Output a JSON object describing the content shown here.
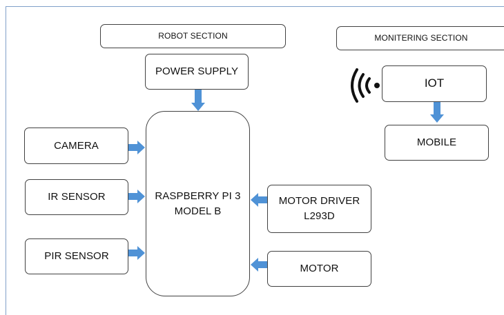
{
  "diagram": {
    "sections": {
      "robot": "ROBOT SECTION",
      "monitoring": "MONITERING SECTION"
    },
    "blocks": {
      "power_supply": "POWER SUPPLY",
      "camera": "CAMERA",
      "ir_sensor": "IR SENSOR",
      "pir_sensor": "PIR SENSOR",
      "raspberry_pi": "RASPBERRY PI 3\nMODEL B",
      "motor_driver": "MOTOR DRIVER\nL293D",
      "motor": "MOTOR",
      "iot": "IOT",
      "mobile": "MOBILE"
    },
    "colors": {
      "arrow": "#4f92d6",
      "frame": "#7f9fc8",
      "box_border": "#404040",
      "text": "#111111"
    },
    "icons": {
      "wireless": "wireless-signal-icon"
    }
  }
}
